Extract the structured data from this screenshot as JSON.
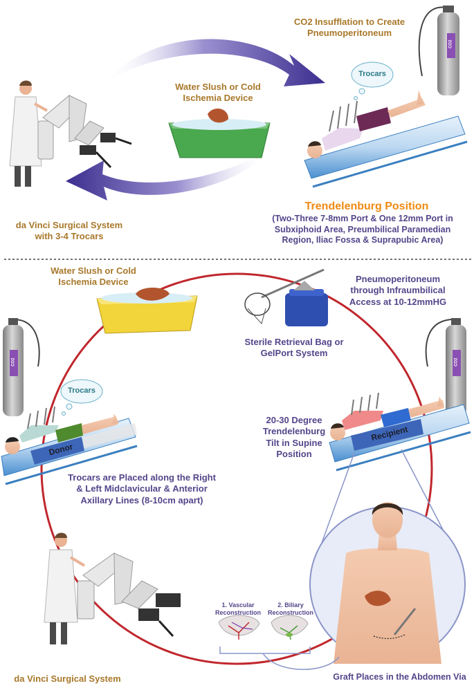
{
  "top": {
    "co2_title": "CO2 Insufflation to Create\nPneumoperitoneum",
    "water_title": "Water Slush or Cold\nIschemia Device",
    "trocars_bubble": "Trocars",
    "co2_tank": "CO2",
    "trendelenburg_title": "Trendelenburg Position",
    "trendelenburg_detail": "(Two-Three 7-8mm Port & One 12mm Port in\nSubxiphoid Area, Preumbilical Paramedian\nRegion, Iliac Fossa & Suprapubic Area)",
    "davinci_label": "da Vinci Surgical System\nwith 3-4 Trocars"
  },
  "bottom": {
    "water_title": "Water Slush or Cold\nIschemia Device",
    "pneumo_title": "Pneumoperitoneum\nthrough Infraumbilical\nAccess at 10-12mmHG",
    "retrieval_label": "Sterile Retrieval Bag or\nGelPort System",
    "co2_tank_left": "CO2",
    "co2_tank_right": "CO2",
    "trocars_bubble": "Trocars",
    "tilt_label": "20-30 Degree\nTrendelenburg\nTilt in Supine\nPosition",
    "donor_label": "Donor",
    "recipient_label": "Recipient",
    "trocars_lines": "Trocars are Placed along the Right\n& Left Midclavicular & Anterior\nAxillary Lines (8-10cm apart)",
    "vascular_label": "1.  Vascular\nReconstruction",
    "biliary_label": "2. Biliary\nReconstruction",
    "davinci_label": "da Vinci Surgical System",
    "graft_label": "Graft Places in the Abdomen Via"
  },
  "colors": {
    "gold_text": "#a8782a",
    "purple_text": "#54458a",
    "orange_text": "#f08a12",
    "cycle_circle": "#c0272d",
    "arrow_purple": "#4a3a9a",
    "table_blue": "#3a7fc0"
  }
}
